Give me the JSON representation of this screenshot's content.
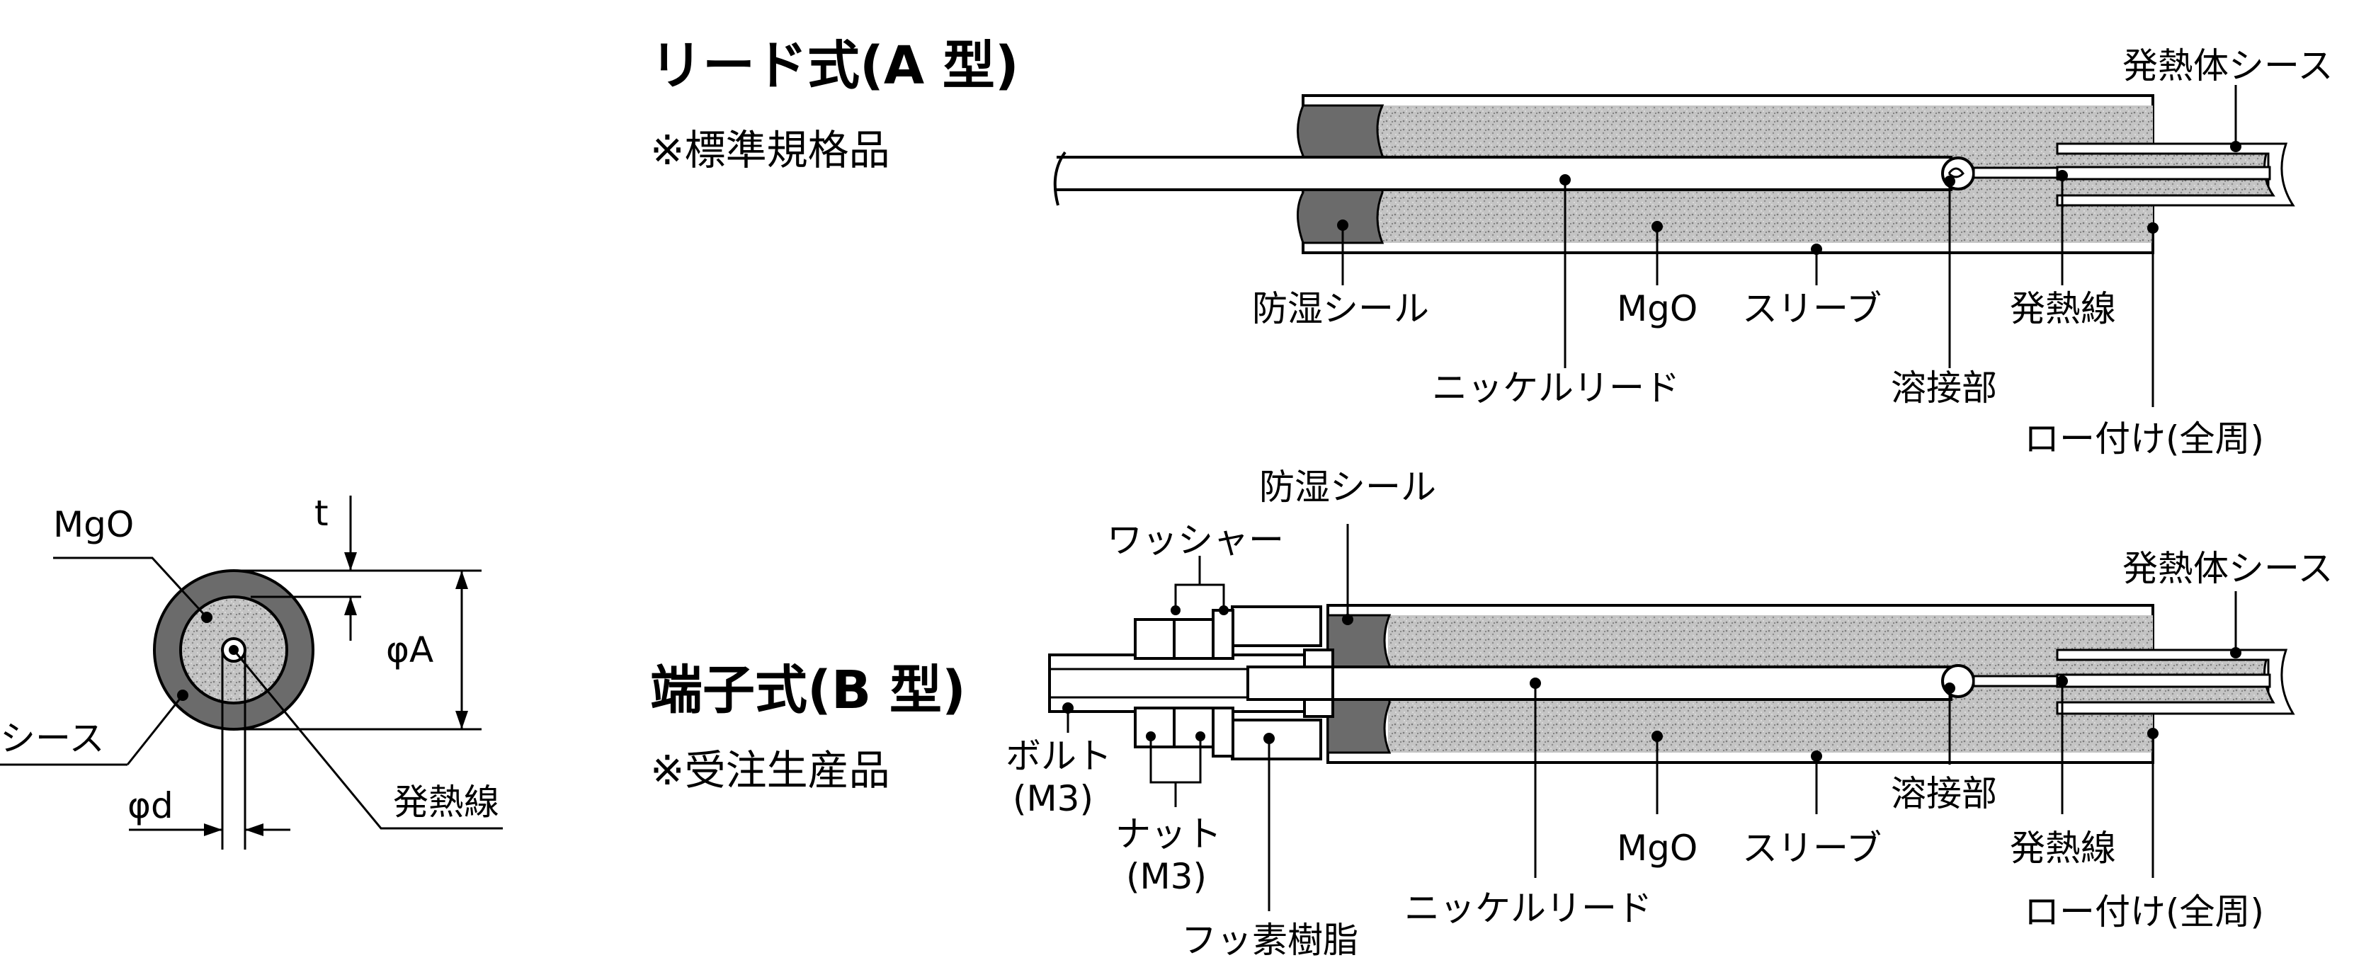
{
  "cross_section": {
    "mgo": "MgO",
    "sheath": "シース",
    "heating_wire": "発熱線",
    "t": "t",
    "phi_a": "φA",
    "phi_d": "φd"
  },
  "type_a": {
    "title": "リード式(A 型)",
    "note": "※標準規格品",
    "labels": {
      "seal": "防湿シール",
      "nickel_lead": "ニッケルリード",
      "mgo": "MgO",
      "sleeve": "スリーブ",
      "weld": "溶接部",
      "heating_wire": "発熱線",
      "brazing": "ロー付け(全周)",
      "heater_sheath": "発熱体シース"
    }
  },
  "type_b": {
    "title": "端子式(B 型)",
    "note": "※受注生産品",
    "labels": {
      "seal": "防湿シール",
      "washer": "ワッシャー",
      "bolt": "ボルト",
      "bolt_size": "(M3)",
      "nut": "ナット",
      "nut_size": "(M3)",
      "fluororesin": "フッ素樹脂",
      "nickel_lead": "ニッケルリード",
      "mgo": "MgO",
      "sleeve": "スリーブ",
      "weld": "溶接部",
      "heating_wire": "発熱線",
      "brazing": "ロー付け(全周)",
      "heater_sheath": "発熱体シース"
    }
  },
  "colors": {
    "seal": "#6b6b6b",
    "mgo": "#bdbdbd",
    "line": "#000000",
    "background": "#ffffff"
  }
}
